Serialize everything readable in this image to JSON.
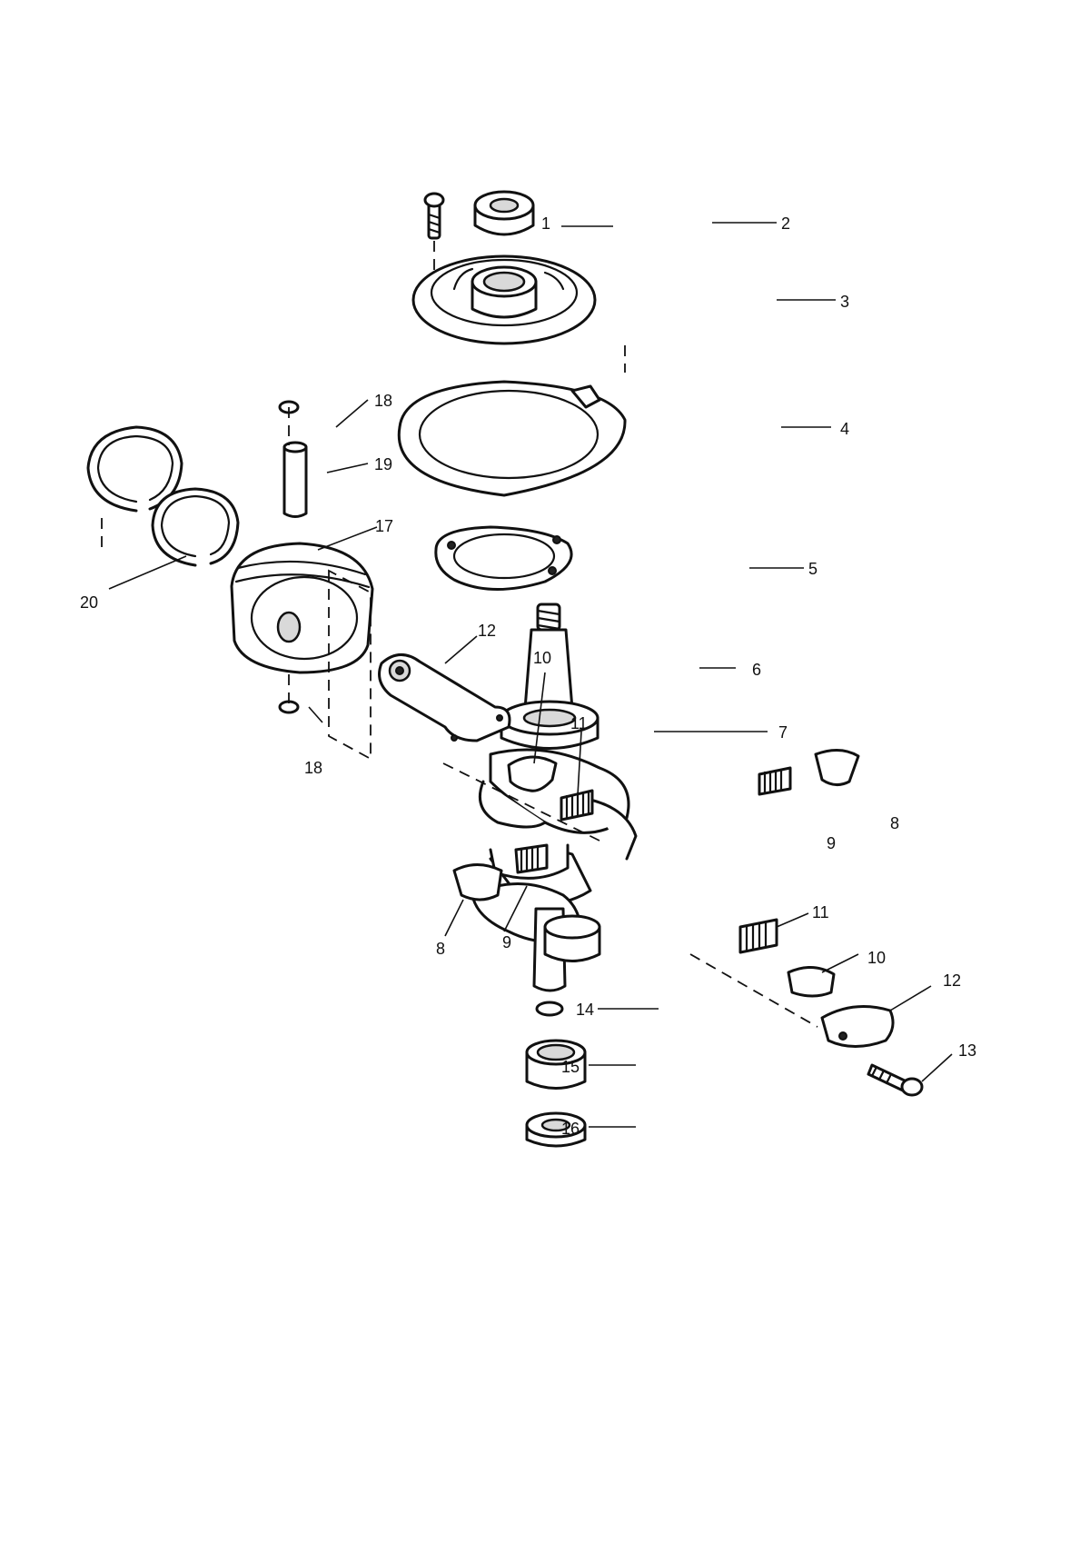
{
  "callouts": {
    "c1": "1",
    "c2": "2",
    "c3": "3",
    "c4": "4",
    "c5": "5",
    "c6": "6",
    "c7": "7",
    "c8a": "8",
    "c8b": "8",
    "c9a": "9",
    "c9b": "9",
    "c10a": "10",
    "c10b": "10",
    "c11a": "11",
    "c11b": "11",
    "c12a": "12",
    "c12b": "12",
    "c13": "13",
    "c14": "14",
    "c15": "15",
    "c16": "16",
    "c17": "17",
    "c18a": "18",
    "c18b": "18",
    "c19": "19",
    "c20": "20"
  },
  "colors": {
    "ink": "#111111",
    "paper": "#ffffff",
    "shade": "#d9d9d9"
  }
}
